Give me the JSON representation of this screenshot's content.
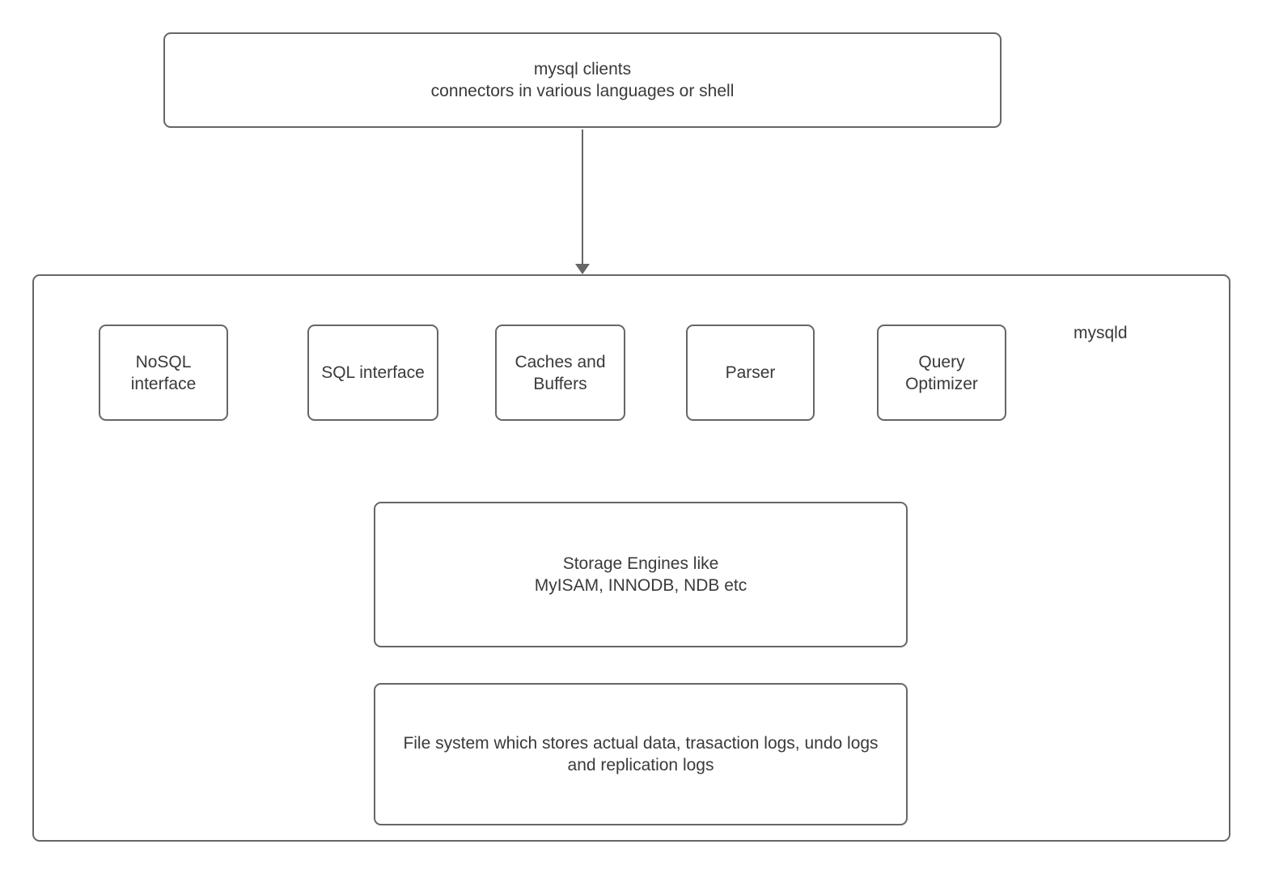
{
  "diagram": {
    "client_box": {
      "line1": "mysql clients",
      "line2": "connectors in various languages or shell"
    },
    "server_label": "mysqld",
    "interface_boxes": [
      {
        "label": "NoSQL interface"
      },
      {
        "label": "SQL interface"
      },
      {
        "label": "Caches and Buffers"
      },
      {
        "label": "Parser"
      },
      {
        "label": "Query Optimizer"
      }
    ],
    "storage_box": {
      "line1": "Storage Engines like",
      "line2": "MyISAM, INNODB, NDB etc"
    },
    "filesystem_box": {
      "line1": "File system which stores actual data, trasaction logs, undo logs",
      "line2": "and replication logs"
    },
    "colors": {
      "border": "#666666",
      "text": "#3a3a3a",
      "background": "#ffffff"
    }
  }
}
